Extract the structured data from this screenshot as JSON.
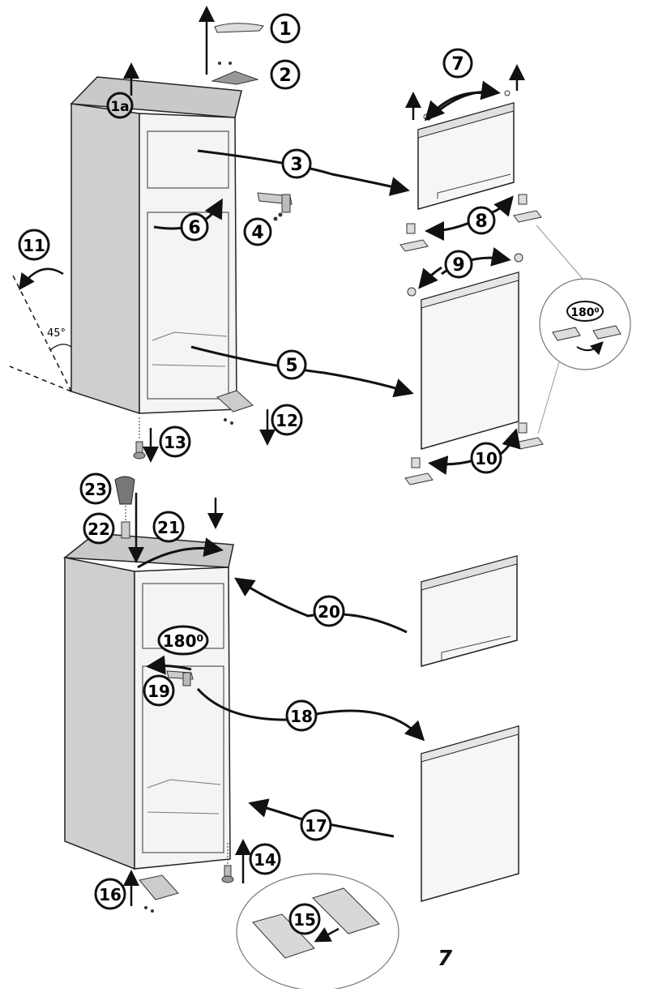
{
  "page_number": "7",
  "angle_label": "45°",
  "step_labels": {
    "s1": "1",
    "s1a": "1a",
    "s2": "2",
    "s3": "3",
    "s4": "4",
    "s5": "5",
    "s6": "6",
    "s7": "7",
    "s8": "8",
    "s9": "9",
    "s10": "10",
    "s11": "11",
    "s12": "12",
    "s13": "13",
    "s14": "14",
    "s15": "15",
    "s16": "16",
    "s17": "17",
    "s18": "18",
    "s19": "19",
    "s20": "20",
    "s21": "21",
    "s22": "22",
    "s23": "23",
    "rot_inset": "180⁰",
    "rot_main": "180⁰"
  }
}
